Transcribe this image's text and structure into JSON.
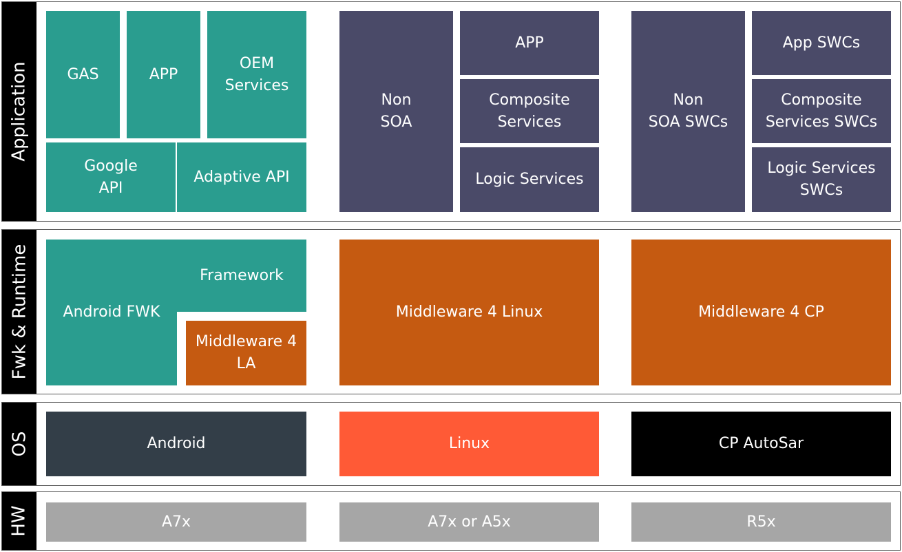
{
  "layers": {
    "app": "Application",
    "fwk": "Fwk & Runtime",
    "os": "OS",
    "hw": "HW"
  },
  "application": {
    "android": {
      "gas": "GAS",
      "app": "APP",
      "oem": "OEM\nServices",
      "google": "Google\nAPI",
      "adaptive": "Adaptive API"
    },
    "linux": {
      "non_soa": "Non\nSOA",
      "app": "APP",
      "composite": "Composite\nServices",
      "logic": "Logic Services"
    },
    "cp": {
      "non_soa": "Non\nSOA SWCs",
      "app": "App SWCs",
      "composite": "Composite\nServices SWCs",
      "logic": "Logic Services\nSWCs"
    }
  },
  "framework": {
    "android_fwk": "Android FWK",
    "framework": "Framework",
    "mw_la": "Middleware 4\nLA",
    "mw_linux": "Middleware 4 Linux",
    "mw_cp": "Middleware 4 CP"
  },
  "os": {
    "android": "Android",
    "linux": "Linux",
    "cp": "CP AutoSar"
  },
  "hw": {
    "a7x": "A7x",
    "a7x_a5x": "A7x or A5x",
    "r5x": "R5x"
  },
  "colors": {
    "teal": "#2a9d8f",
    "slate": "#4a4a68",
    "orange": "#c55a11",
    "dark": "#333e48",
    "red": "#ff5a36",
    "black": "#000000",
    "gray": "#a6a6a6"
  }
}
